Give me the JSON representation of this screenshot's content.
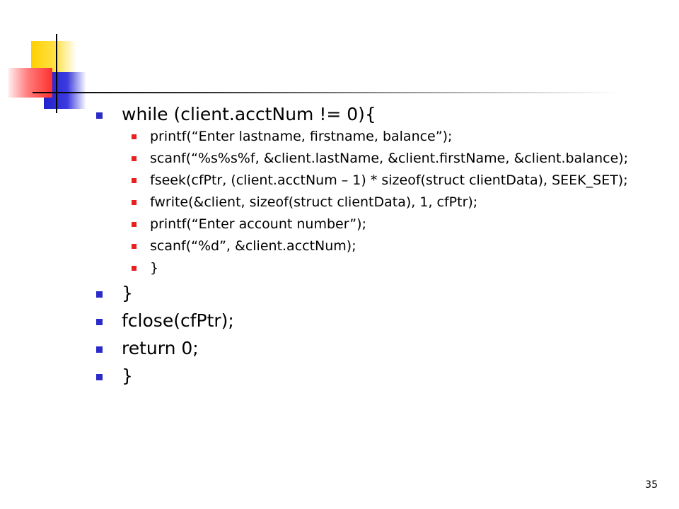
{
  "slide": {
    "items": [
      {
        "text": "while (client.acctNum != 0){",
        "children": [
          "printf(“Enter lastname, firstname, balance”);",
          "scanf(“%s%s%f, &client.lastName, &client.firstName, &client.balance);",
          "fseek(cfPtr, (client.acctNum – 1) * sizeof(struct clientData), SEEK_SET);",
          "fwrite(&client, sizeof(struct clientData), 1, cfPtr);",
          "printf(“Enter account number”);",
          "scanf(“%d”, &client.acctNum);",
          "}"
        ]
      },
      {
        "text": "}"
      },
      {
        "text": "fclose(cfPtr);"
      },
      {
        "text": "return 0;"
      },
      {
        "text": "}"
      }
    ],
    "page_number": "35"
  },
  "colors": {
    "level1_bullet": "#2b2bc8",
    "level2_bullet": "#e82020",
    "deco_yellow": "#ffd000",
    "deco_blue": "#2222cc",
    "deco_red": "#ff3030"
  }
}
